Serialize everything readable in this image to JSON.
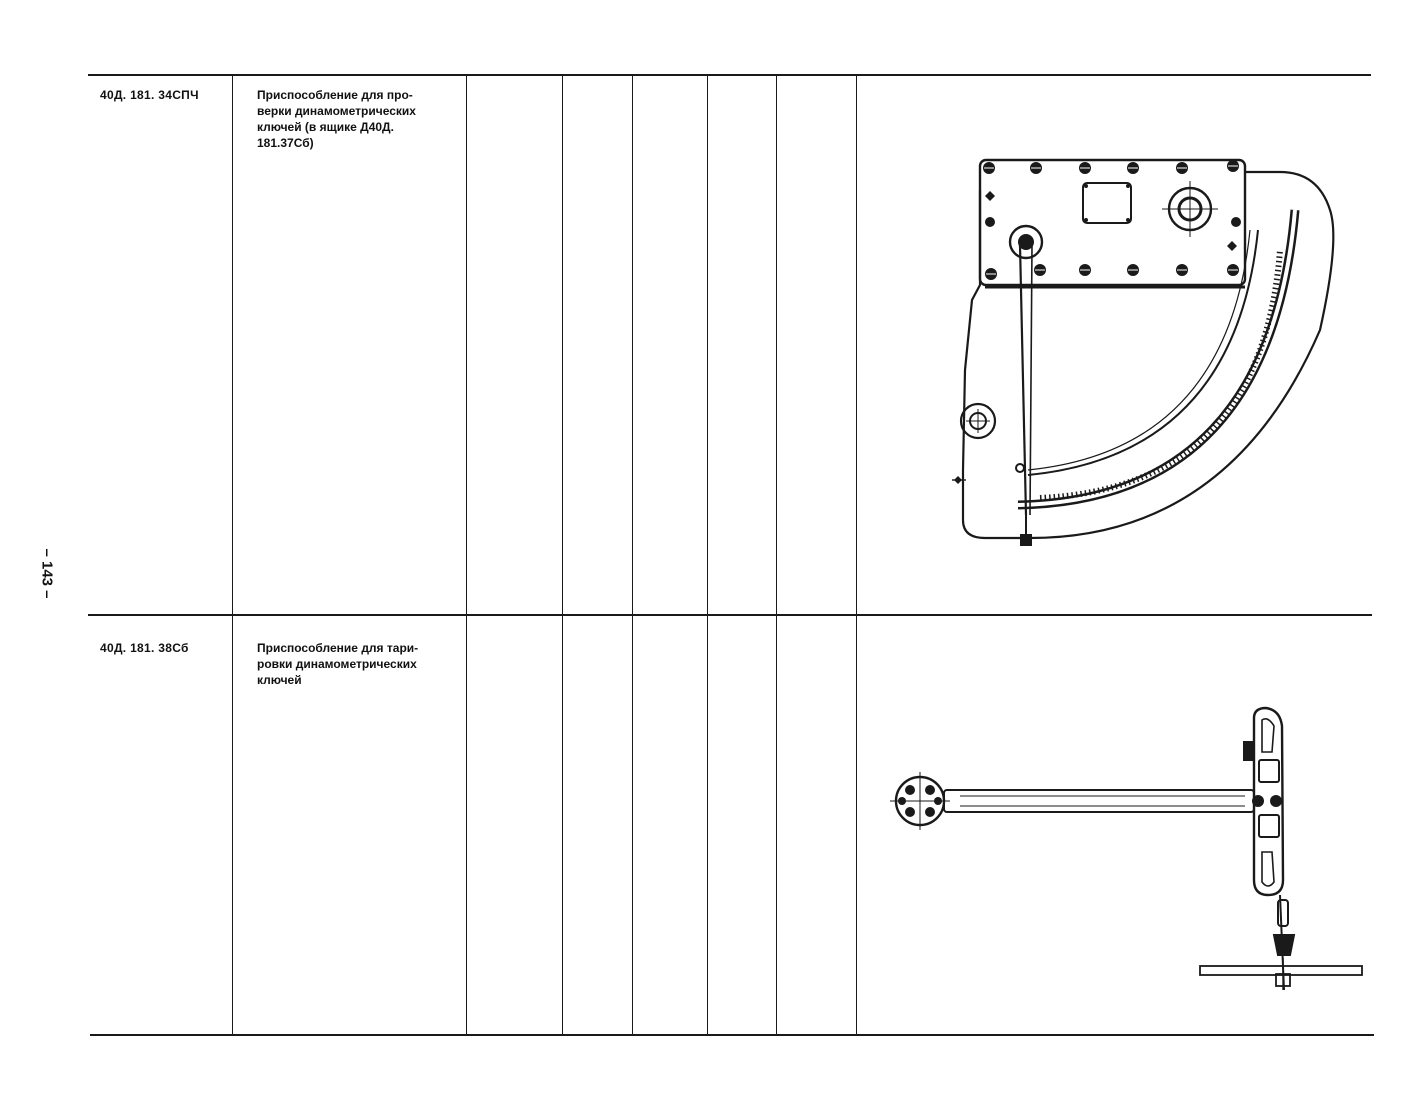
{
  "page": {
    "number": "– 143 –"
  },
  "rows": [
    {
      "code": "40Д. 181. 34СПЧ",
      "description": "Приспособление для про-\nверки динамометрических\nключей  (в ящике Д40Д.\n181.37Сб)",
      "drawing_icon": "torque-wrench-checking-fixture-drawing"
    },
    {
      "code": "40Д. 181. 38Сб",
      "description": "Приспособление для тари-\nровки динамометрических\nключей",
      "drawing_icon": "torque-wrench-calibration-fixture-drawing"
    }
  ],
  "colors": {
    "ink": "#1a1a1a",
    "paper": "#ffffff"
  }
}
